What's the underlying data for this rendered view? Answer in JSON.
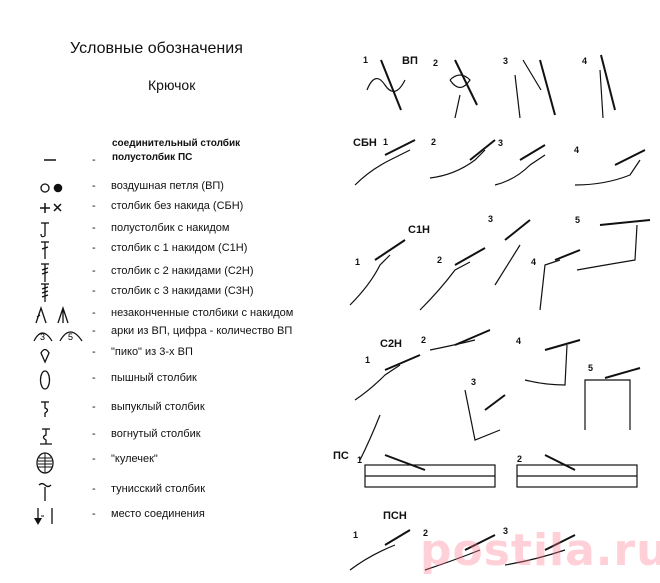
{
  "title": "Условные обозначения",
  "subtitle": "Крючок",
  "header_note": [
    "соединительный столбик",
    "полустолбик"
  ],
  "header_abbr": "ПС",
  "legend": [
    {
      "icon": "dash-symbol",
      "label": ""
    },
    {
      "icon": "chain-stitch-symbol",
      "label": "воздушная петля (ВП)"
    },
    {
      "icon": "single-crochet-symbol",
      "label": "столбик без накида (СБН)"
    },
    {
      "icon": "half-double-crochet-symbol",
      "label": "полустолбик с накидом"
    },
    {
      "icon": "double-crochet-symbol",
      "label": "столбик с 1 накидом (С1Н)"
    },
    {
      "icon": "treble-crochet-symbol",
      "label": "столбик с 2 накидами (С2Н)"
    },
    {
      "icon": "double-treble-symbol",
      "label": "столбик с 3 накидами (С3Н)"
    },
    {
      "icon": "unfinished-stitches-symbol",
      "label": "незаконченные столбики с накидом"
    },
    {
      "icon": "chain-arch-symbol",
      "label": "арки из ВП, цифра - количество ВП"
    },
    {
      "icon": "picot-symbol",
      "label": "\"пико\" из 3-х ВП"
    },
    {
      "icon": "puff-stitch-symbol",
      "label": "пышный столбик"
    },
    {
      "icon": "front-post-symbol",
      "label": "выпуклый столбик"
    },
    {
      "icon": "back-post-symbol",
      "label": "вогнутый столбик"
    },
    {
      "icon": "bullion-stitch-symbol",
      "label": "\"кулечек\""
    },
    {
      "icon": "tunisian-stitch-symbol",
      "label": "тунисский столбик"
    },
    {
      "icon": "join-point-symbol",
      "label": "место соединения"
    }
  ],
  "dash": "-",
  "arch_numbers": [
    "3",
    "5"
  ],
  "sections": [
    {
      "label": "ВП",
      "steps": [
        "1",
        "2",
        "3",
        "4"
      ]
    },
    {
      "label": "СБН",
      "steps": [
        "1",
        "2",
        "3",
        "4"
      ]
    },
    {
      "label": "С1Н",
      "steps": [
        "1",
        "2",
        "3",
        "4",
        "5"
      ]
    },
    {
      "label": "С2Н",
      "steps": [
        "1",
        "2",
        "3",
        "4",
        "5"
      ]
    },
    {
      "label": "ПС",
      "steps": [
        "1",
        "2"
      ]
    },
    {
      "label": "ПСН",
      "steps": [
        "1",
        "2",
        "3"
      ]
    }
  ],
  "watermark": "postila.ru",
  "colors": {
    "ink": "#111111",
    "watermark": "#ff788c"
  }
}
